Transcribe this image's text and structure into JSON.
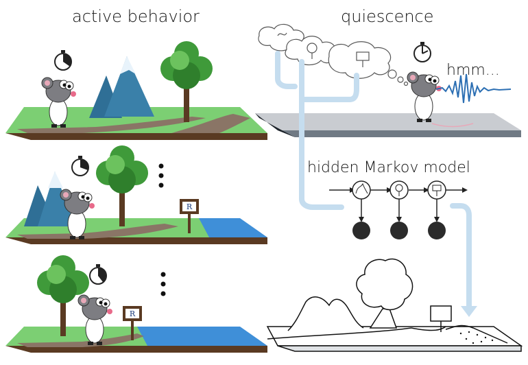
{
  "labels": {
    "active": "active behavior",
    "quiescence": "quiescence",
    "thought": "hmm...",
    "model": "hidden Markov model"
  },
  "colors": {
    "grass": "#7ccf73",
    "path": "#8a7566",
    "soil": "#5a3a22",
    "water": "#3f8fd8",
    "mountain": "#2f6f96",
    "snow": "#e8f3fb",
    "tree": "#3f9a3a",
    "trunk": "#5a3a22",
    "arrow": "#c5ddef",
    "platform": "#c9ccd1",
    "node_emit": "#2b2b2b",
    "wave": "#2c6fb3"
  },
  "icons": [
    "stopwatch-icon",
    "mouse-character",
    "signpost-icon",
    "thought-cloud-icon",
    "ellipsis-icon"
  ]
}
